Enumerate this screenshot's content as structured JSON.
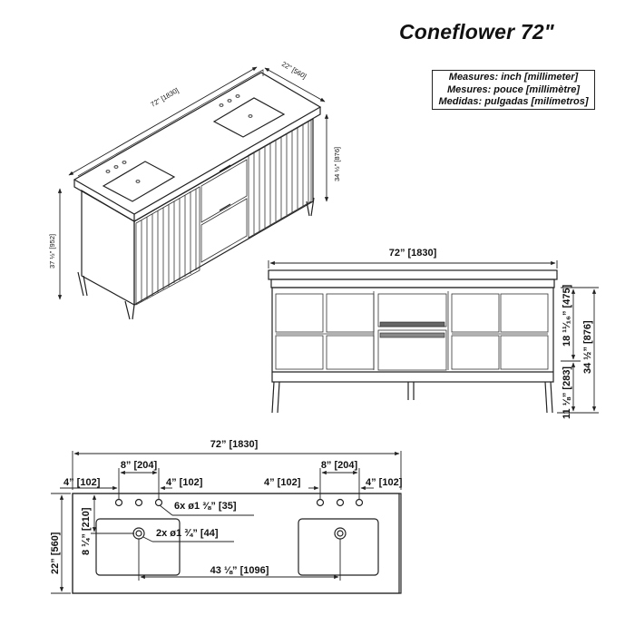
{
  "title": "Coneflower 72\"",
  "units": {
    "en": "Measures: inch [millimeter]",
    "fr": "Mesures: pouce [millimètre]",
    "es": "Medidas: pulgadas [milímetros]"
  },
  "iso_view": {
    "width": "72\" [1830]",
    "depth": "22\" [560]",
    "body_height": "34 ½\" [876]",
    "total_height": "37 ½\" [952]"
  },
  "front_view": {
    "width": "72” [1830]",
    "upper": "18 ¹¹⁄₁₆” [475]",
    "lower": "11 ⅛” [283]",
    "total": "34 ½” [876]"
  },
  "top_view": {
    "width": "72” [1830]",
    "faucet_spread_left": "8” [204]",
    "faucet_spread_right": "8” [204]",
    "offset_left_outer": "4” [102]",
    "offset_left_inner": "4” [102]",
    "offset_right_inner": "4” [102]",
    "offset_right_outer": "4” [102]",
    "faucet_holes": "6x ø1 ⅜” [35]",
    "drain_holes": "2x ø1 ¾” [44]",
    "sink_spacing": "43 ⅛” [1096]",
    "drain_offset": "8 ¼” [210]",
    "depth": "22” [560]"
  }
}
